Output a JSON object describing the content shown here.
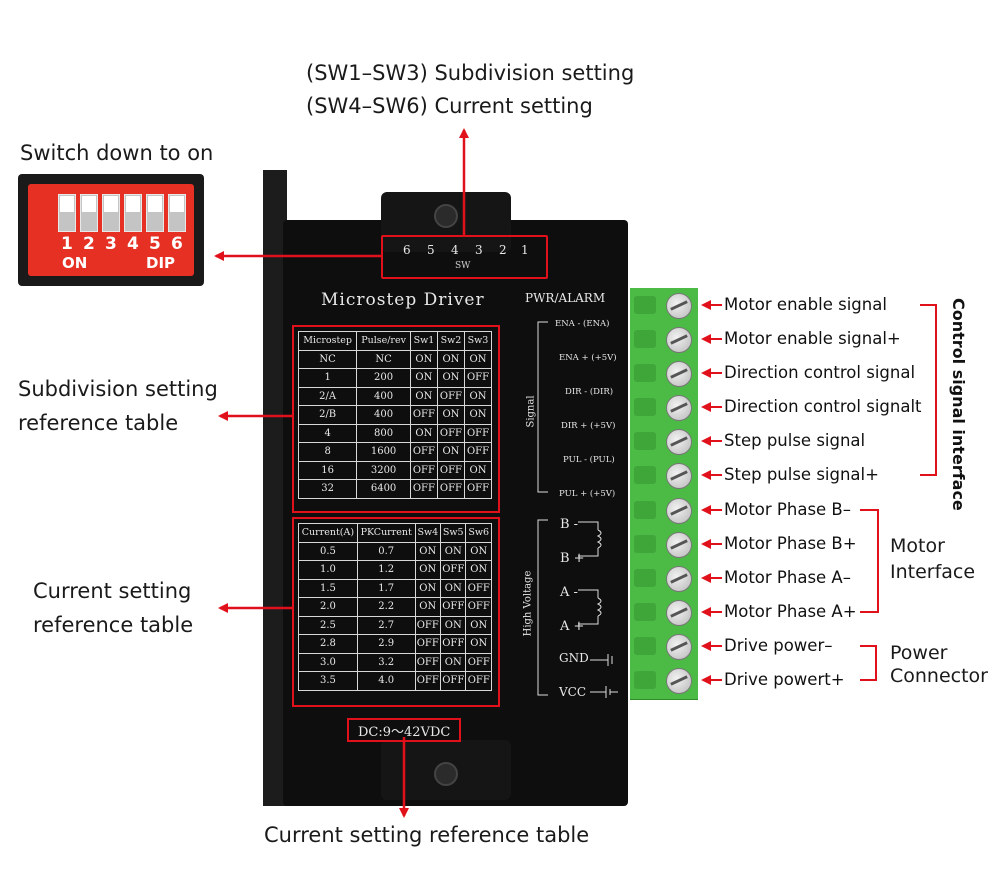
{
  "top_annotation": {
    "line1": "(SW1–SW3) Subdivision setting",
    "line2": "(SW4–SW6) Current setting"
  },
  "dip_annotation": "Switch down to on",
  "dip_inset": {
    "numbers": [
      "1",
      "2",
      "3",
      "4",
      "5",
      "6"
    ],
    "on_label": "ON",
    "dip_label": "DIP"
  },
  "left_annotations": {
    "subdivision": [
      "Subdivision setting",
      "reference table"
    ],
    "current": [
      "Current setting",
      "reference table"
    ]
  },
  "bottom_annotation": "Current setting reference table",
  "driver": {
    "title": "Microstep Driver",
    "pwr_alarm": "PWR/ALARM",
    "sw_numbers": [
      "6",
      "5",
      "4",
      "3",
      "2",
      "1"
    ],
    "sw_label": "SW",
    "dc_label": "DC:9～42VDC",
    "signal_group_label": "Signal",
    "hv_group_label": "High Voltage",
    "signal_pins": [
      "ENA - (ENA)",
      "ENA + (+5V)",
      "DIR - (DIR)",
      "DIR + (+5V)",
      "PUL - (PUL)",
      "PUL + (+5V)"
    ],
    "motor_pins": [
      "B -",
      "B +",
      "A -",
      "A +"
    ],
    "power_pins": [
      "GND",
      "VCC"
    ]
  },
  "subdivision_table": {
    "headers": [
      "Microstep",
      "Pulse/rev",
      "Sw1",
      "Sw2",
      "Sw3"
    ],
    "rows": [
      [
        "NC",
        "NC",
        "ON",
        "ON",
        "ON"
      ],
      [
        "1",
        "200",
        "ON",
        "ON",
        "OFF"
      ],
      [
        "2/A",
        "400",
        "ON",
        "OFF",
        "ON"
      ],
      [
        "2/B",
        "400",
        "OFF",
        "ON",
        "ON"
      ],
      [
        "4",
        "800",
        "ON",
        "OFF",
        "OFF"
      ],
      [
        "8",
        "1600",
        "OFF",
        "ON",
        "OFF"
      ],
      [
        "16",
        "3200",
        "OFF",
        "OFF",
        "ON"
      ],
      [
        "32",
        "6400",
        "OFF",
        "OFF",
        "OFF"
      ]
    ]
  },
  "current_table": {
    "headers": [
      "Current(A)",
      "PKCurrent",
      "Sw4",
      "Sw5",
      "Sw6"
    ],
    "rows": [
      [
        "0.5",
        "0.7",
        "ON",
        "ON",
        "ON"
      ],
      [
        "1.0",
        "1.2",
        "ON",
        "OFF",
        "ON"
      ],
      [
        "1.5",
        "1.7",
        "ON",
        "ON",
        "OFF"
      ],
      [
        "2.0",
        "2.2",
        "ON",
        "OFF",
        "OFF"
      ],
      [
        "2.5",
        "2.7",
        "OFF",
        "ON",
        "ON"
      ],
      [
        "2.8",
        "2.9",
        "OFF",
        "OFF",
        "ON"
      ],
      [
        "3.0",
        "3.2",
        "OFF",
        "ON",
        "OFF"
      ],
      [
        "3.5",
        "4.0",
        "OFF",
        "OFF",
        "OFF"
      ]
    ]
  },
  "terminal_labels": [
    "Motor enable signal",
    "Motor enable signal+",
    "Direction control signal",
    "Direction control signalt",
    "Step pulse signal",
    "Step pulse signal+",
    "Motor Phase B–",
    "Motor Phase B+",
    "Motor Phase A–",
    "Motor Phase A+",
    "Drive power–",
    "Drive powert+"
  ],
  "group_labels": {
    "control": "Control signal interface",
    "motor": [
      "Motor",
      "Interface"
    ],
    "power": [
      "Power",
      "Connector"
    ]
  },
  "colors": {
    "annotation_red": "#e0111a",
    "driver_black": "#0e0e0e",
    "terminal_green": "#4cbb45",
    "dip_red": "#e63024"
  }
}
